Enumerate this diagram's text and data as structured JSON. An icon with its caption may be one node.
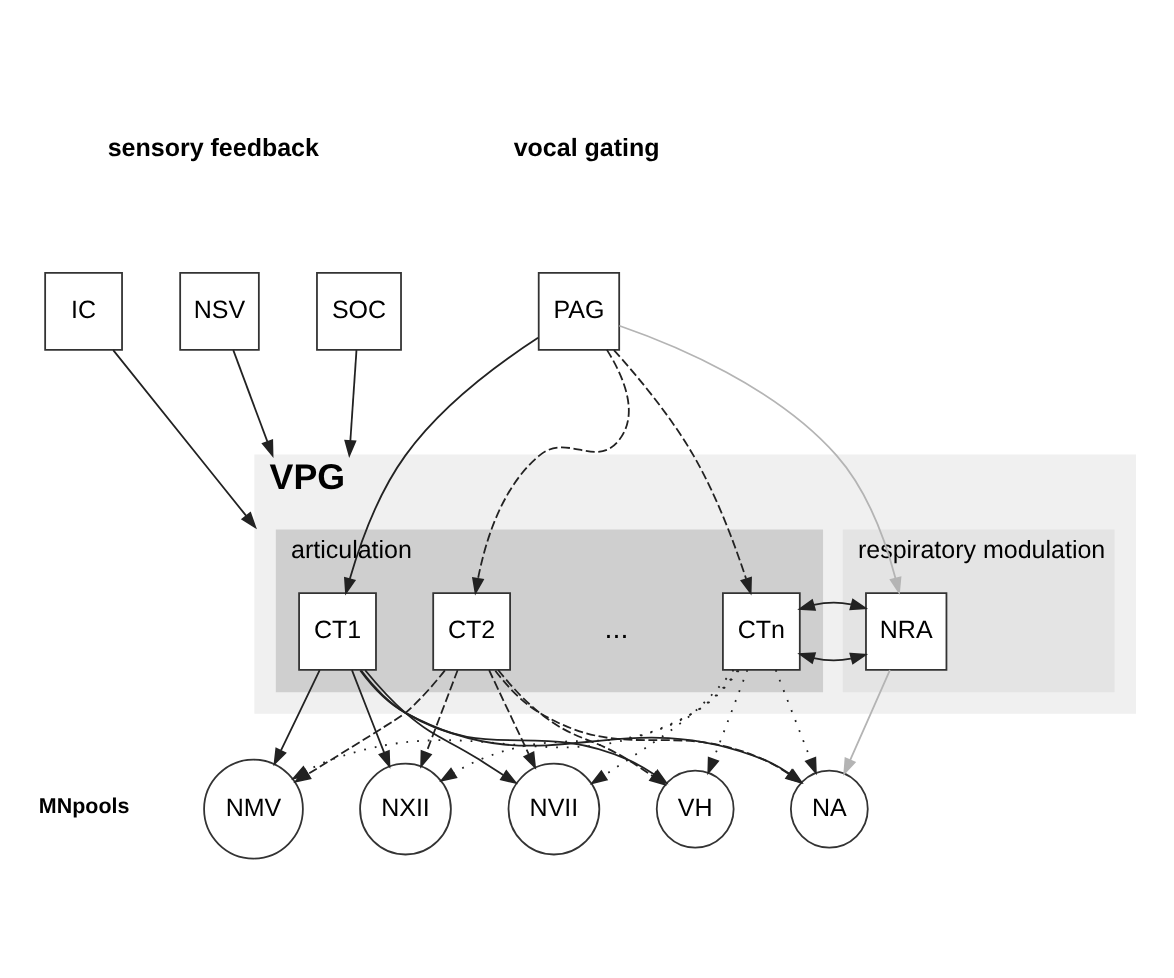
{
  "diagram": {
    "nodes": [
      {
        "text": [
          "IC"
        ]
      },
      {
        "text": [
          "NSV"
        ]
      },
      {
        "text": [
          "SOC"
        ]
      },
      {
        "text": [
          "PAG"
        ]
      },
      {
        "text": [
          "VPG"
        ]
      },
      {
        "text": [
          "articulation"
        ],
        "in": 4
      },
      {
        "text": [
          "respiratory modulation"
        ],
        "in": 4
      },
      {
        "text": [
          "CT1"
        ],
        "in": 5
      },
      {
        "text": [
          "CT2"
        ],
        "in": 5
      },
      {
        "text": [
          "CTn"
        ],
        "in": 5
      },
      {
        "text": [
          "NRA"
        ],
        "in": 6
      },
      {
        "text": [
          "NMV"
        ]
      },
      {
        "text": [
          "NXII"
        ]
      },
      {
        "text": [
          "NVII"
        ]
      },
      {
        "text": [
          "VH"
        ]
      },
      {
        "text": [
          "NA"
        ]
      }
    ],
    "edges": [
      {
        "from": 0,
        "to": 4,
        "arrow": "to"
      },
      {
        "from": 1,
        "to": 4,
        "arrow": "to"
      },
      {
        "from": 2,
        "to": 4,
        "arrow": "to"
      },
      {
        "from": 3,
        "to": 7,
        "arrow": "to"
      },
      {
        "from": 3,
        "to": 8,
        "arrow": "to",
        "style": "dashed"
      },
      {
        "from": 3,
        "to": 9,
        "arrow": "to",
        "style": "dashed"
      },
      {
        "from": 3,
        "to": 10,
        "arrow": "to",
        "color": "#b4b4b4"
      },
      {
        "from": 9,
        "to": 10,
        "arrow": "both"
      },
      {
        "from": 10,
        "to": 15,
        "arrow": "to",
        "color": "#b4b4b4"
      },
      {
        "from": 7,
        "to": 11,
        "arrow": "to"
      },
      {
        "from": 7,
        "to": 12,
        "arrow": "to"
      },
      {
        "from": 7,
        "to": 13,
        "arrow": "to"
      },
      {
        "from": 7,
        "to": 14,
        "arrow": "to"
      },
      {
        "from": 7,
        "to": 15,
        "arrow": "to"
      },
      {
        "from": 8,
        "to": 11,
        "arrow": "to",
        "style": "dashed"
      },
      {
        "from": 8,
        "to": 12,
        "arrow": "to",
        "style": "dashed"
      },
      {
        "from": 8,
        "to": 13,
        "arrow": "to",
        "style": "dashed"
      },
      {
        "from": 8,
        "to": 14,
        "arrow": "to",
        "style": "dashed"
      },
      {
        "from": 8,
        "to": 15,
        "arrow": "to",
        "style": "dashed"
      },
      {
        "from": 9,
        "to": 11,
        "arrow": "to",
        "style": "dashed"
      },
      {
        "from": 9,
        "to": 12,
        "arrow": "to",
        "style": "dashed"
      },
      {
        "from": 9,
        "to": 13,
        "arrow": "to",
        "style": "dashed"
      },
      {
        "from": 9,
        "to": 14,
        "arrow": "to",
        "style": "dashed"
      },
      {
        "from": 9,
        "to": 15,
        "arrow": "to",
        "style": "dashed"
      }
    ],
    "labels": [
      "sensory feedback",
      "vocal gating",
      "...",
      "MNpools"
    ]
  }
}
